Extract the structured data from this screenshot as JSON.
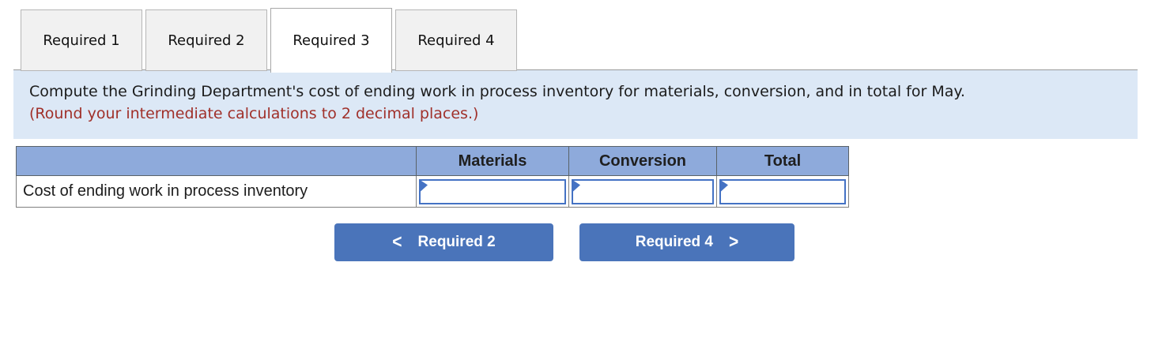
{
  "tabs": {
    "items": [
      {
        "label": "Required 1",
        "active": false
      },
      {
        "label": "Required 2",
        "active": false
      },
      {
        "label": "Required 3",
        "active": true
      },
      {
        "label": "Required 4",
        "active": false
      }
    ]
  },
  "instruction": {
    "text": "Compute the Grinding Department's cost of ending work in process inventory for materials, conversion, and in total for May.",
    "note": "(Round your intermediate calculations to 2 decimal places.)"
  },
  "table": {
    "columns": [
      "Materials",
      "Conversion",
      "Total"
    ],
    "rows": [
      {
        "label": "Cost of ending work in process inventory",
        "materials": "",
        "conversion": "",
        "total": ""
      }
    ]
  },
  "nav": {
    "prev_chevron": "<",
    "prev_label": "Required 2",
    "next_label": "Required 4",
    "next_chevron": ">"
  },
  "colors": {
    "header_blue": "#8eaadb",
    "input_border_blue": "#4472c4",
    "button_blue": "#4a74ba",
    "panel_blue": "#dce8f6",
    "note_red": "#a0302a"
  }
}
